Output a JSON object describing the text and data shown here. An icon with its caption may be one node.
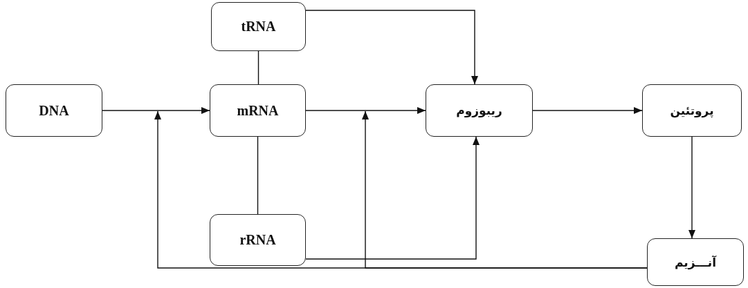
{
  "diagram": {
    "nodes": [
      {
        "text": [
          "DNA"
        ]
      },
      {
        "text": [
          "tRNA"
        ]
      },
      {
        "text": [
          "mRNA"
        ]
      },
      {
        "text": [
          "rRNA"
        ]
      },
      {
        "text": [
          "ریبوزوم"
        ]
      },
      {
        "text": [
          "پروتئین"
        ]
      },
      {
        "text": [
          "آنـــزیم"
        ]
      }
    ],
    "edges": [
      {
        "from": 0,
        "to": 2,
        "arrow": "to"
      },
      {
        "from": 1,
        "to": 2,
        "arrow": "none"
      },
      {
        "from": 2,
        "to": 3,
        "arrow": "none"
      },
      {
        "from": 1,
        "to": 4,
        "arrow": "to"
      },
      {
        "from": 2,
        "to": 4,
        "arrow": "to"
      },
      {
        "from": 3,
        "to": 4,
        "arrow": "to"
      },
      {
        "from": 4,
        "to": 5,
        "arrow": "to"
      },
      {
        "from": 5,
        "to": 6,
        "arrow": "to"
      },
      {
        "from": 6,
        "to": null,
        "arrow": "to"
      },
      {
        "from": 6,
        "to": null,
        "arrow": "to"
      }
    ]
  }
}
